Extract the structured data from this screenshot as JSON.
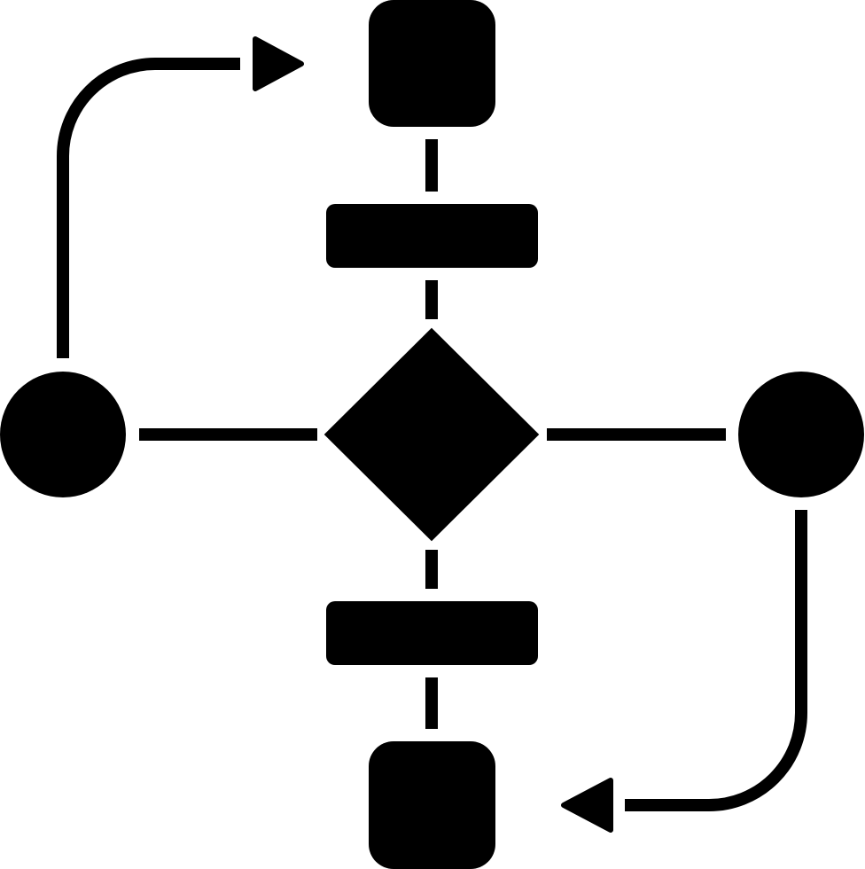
{
  "diagram": {
    "subject": "flowchart-icon",
    "style": "solid glyph",
    "colors": {
      "foreground": "#000000",
      "background": "#ffffff"
    },
    "nodes": [
      {
        "id": "top-terminal",
        "shape": "rounded-square"
      },
      {
        "id": "upper-process",
        "shape": "rectangle"
      },
      {
        "id": "decision",
        "shape": "diamond"
      },
      {
        "id": "lower-process",
        "shape": "rectangle"
      },
      {
        "id": "bottom-terminal",
        "shape": "rounded-square"
      },
      {
        "id": "left-connector",
        "shape": "circle"
      },
      {
        "id": "right-connector",
        "shape": "circle"
      }
    ],
    "edges": [
      {
        "from": "top-terminal",
        "to": "upper-process",
        "style": "line"
      },
      {
        "from": "upper-process",
        "to": "decision",
        "style": "line"
      },
      {
        "from": "decision",
        "to": "lower-process",
        "style": "line"
      },
      {
        "from": "lower-process",
        "to": "bottom-terminal",
        "style": "line"
      },
      {
        "from": "left-connector",
        "to": "decision",
        "style": "line"
      },
      {
        "from": "decision",
        "to": "right-connector",
        "style": "line"
      },
      {
        "from": "left-connector",
        "to": "top-terminal",
        "style": "curved-arrow"
      },
      {
        "from": "right-connector",
        "to": "bottom-terminal",
        "style": "curved-arrow"
      }
    ]
  }
}
